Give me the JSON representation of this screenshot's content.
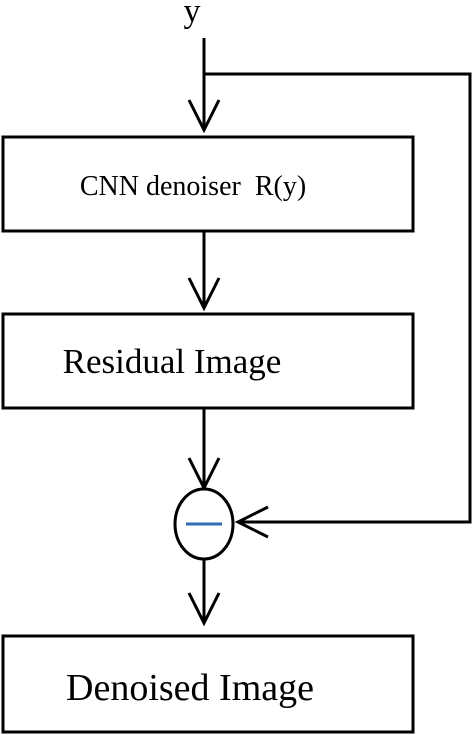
{
  "input": {
    "label": "y"
  },
  "blocks": {
    "cnn": {
      "label": "CNN denoiser  R(y)"
    },
    "residual": {
      "label": "Residual Image"
    },
    "output": {
      "label": "Denoised Image"
    }
  },
  "subtract_node": {
    "symbol": "minus",
    "color": "#2f6db5"
  },
  "colors": {
    "stroke": "#000000",
    "background": "#ffffff"
  }
}
